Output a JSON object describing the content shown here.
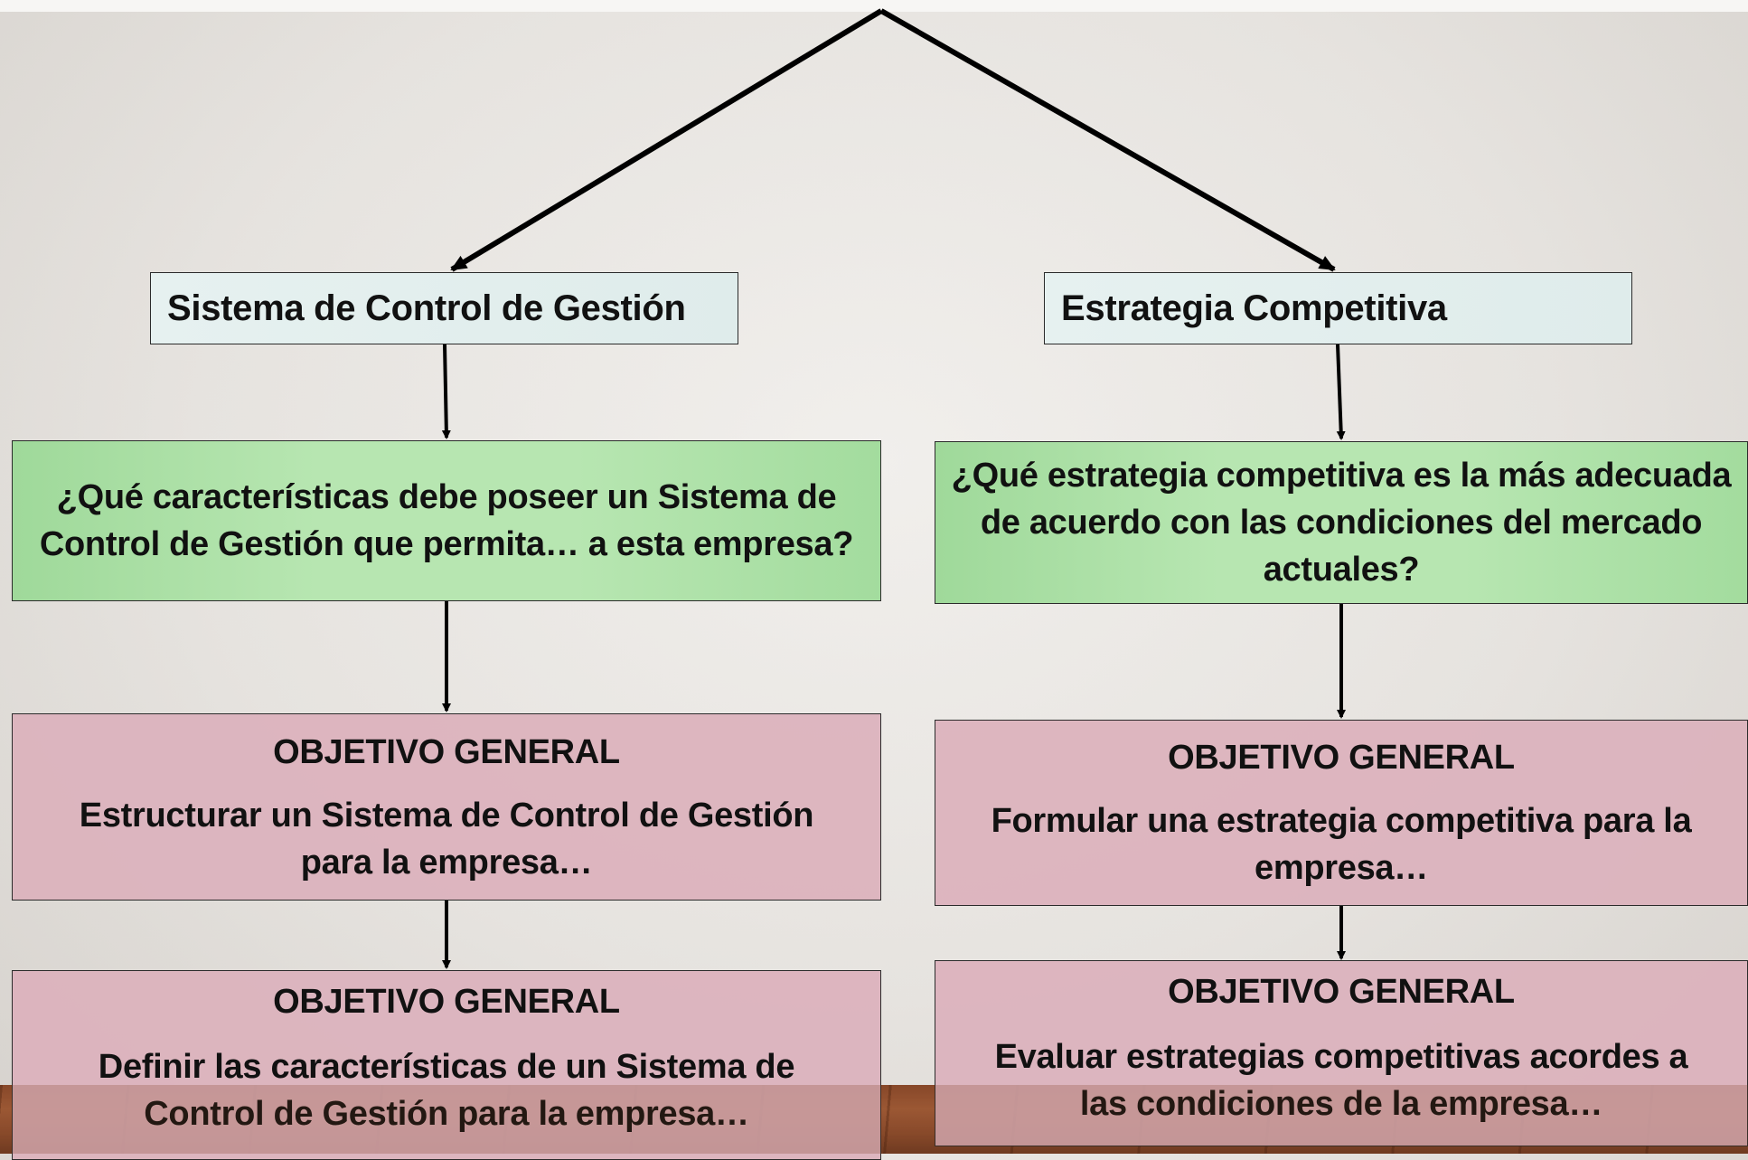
{
  "diagram": {
    "left": {
      "header": "Sistema de Control de Gestión",
      "question": "¿Qué  características debe poseer un Sistema de Control de Gestión que permita… a esta empresa?",
      "objective1": {
        "title": "OBJETIVO GENERAL",
        "text": "Estructurar un Sistema de Control de Gestión para la empresa…"
      },
      "objective2": {
        "title": "OBJETIVO GENERAL",
        "text": "Definir las características de un Sistema de Control de Gestión para la empresa…"
      }
    },
    "right": {
      "header": "Estrategia Competitiva",
      "question": "¿Qué estrategia competitiva es la más adecuada de acuerdo con las condiciones del mercado actuales?",
      "objective1": {
        "title": "OBJETIVO GENERAL",
        "text": "Formular una estrategia competitiva para la empresa…"
      },
      "objective2": {
        "title": "OBJETIVO GENERAL",
        "text": "Evaluar estrategias competitivas acordes a las condiciones de la empresa…"
      }
    }
  },
  "colors": {
    "header_fill": "#e3efee",
    "question_fill": "#b5e4af",
    "objective_fill": "#dcb2bc",
    "line": "#000000"
  }
}
